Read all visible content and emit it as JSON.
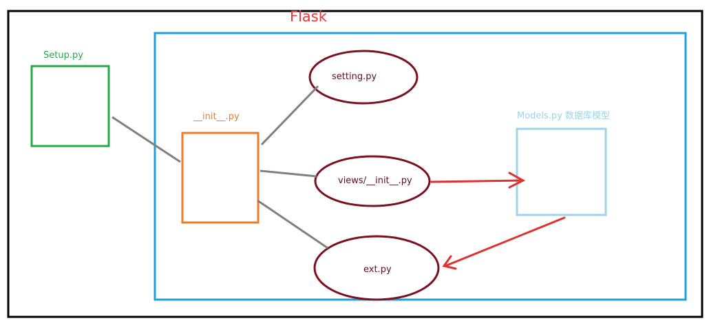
{
  "title": {
    "text": "Flask",
    "color": "#e8373b"
  },
  "setup": {
    "label": "Setup.py",
    "color": "#24a849"
  },
  "init": {
    "label": "__init__.py",
    "color": "#ee7a2a"
  },
  "setting": {
    "label": "setting.py"
  },
  "views": {
    "label": "views/__init__.py"
  },
  "ext": {
    "label": "ext.py"
  },
  "models": {
    "label": "Models.py 数据库模型",
    "color": "#9dd5e6"
  },
  "colors": {
    "outer_frame": "#000000",
    "flask_frame": "#1f9fdc",
    "ellipse_stroke": "#7a1020",
    "connector": "#808080",
    "arrow": "#e03030",
    "node_text": "#5a0f1a"
  }
}
